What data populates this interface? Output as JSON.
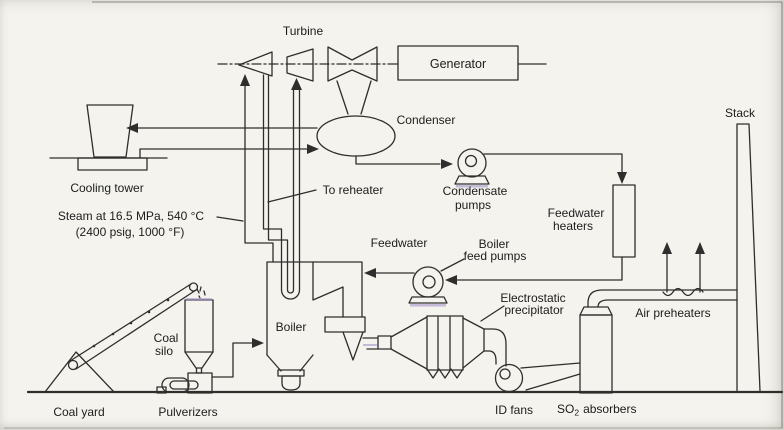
{
  "figure": {
    "description": "Schematic diagram of a pulverized-coal steam power plant",
    "colors": {
      "paper": "#f4f3ee",
      "ink": "#2f2e2c",
      "text": "#1c1c1c",
      "scan_artifact": "#9f8cc9"
    }
  },
  "labels": {
    "turbine": "Turbine",
    "generator": "Generator",
    "condenser": "Condenser",
    "cooling_tower": "Cooling tower",
    "steam_line1": "Steam at 16.5 MPa, 540 °C",
    "steam_line2": "(2400 psig, 1000 °F)",
    "to_reheater": "To reheater",
    "condensate_pumps_line1": "Condensate",
    "condensate_pumps_line2": "pumps",
    "feedwater_heaters_line1": "Feedwater",
    "feedwater_heaters_line2": "heaters",
    "feedwater": "Feedwater",
    "boiler_feed_pumps_line1": "Boiler",
    "boiler_feed_pumps_line2": "feed pumps",
    "electrostatic_line1": "Electrostatic",
    "electrostatic_line2": "precipitator",
    "air_preheaters": "Air preheaters",
    "stack": "Stack",
    "boiler": "Boiler",
    "coal_silo_line1": "Coal",
    "coal_silo_line2": "silo",
    "coal_yard": "Coal yard",
    "pulverizers": "Pulverizers",
    "id_fans": "ID fans",
    "so2_prefix": "SO",
    "so2_sub": "2",
    "so2_suffix": "absorbers"
  }
}
